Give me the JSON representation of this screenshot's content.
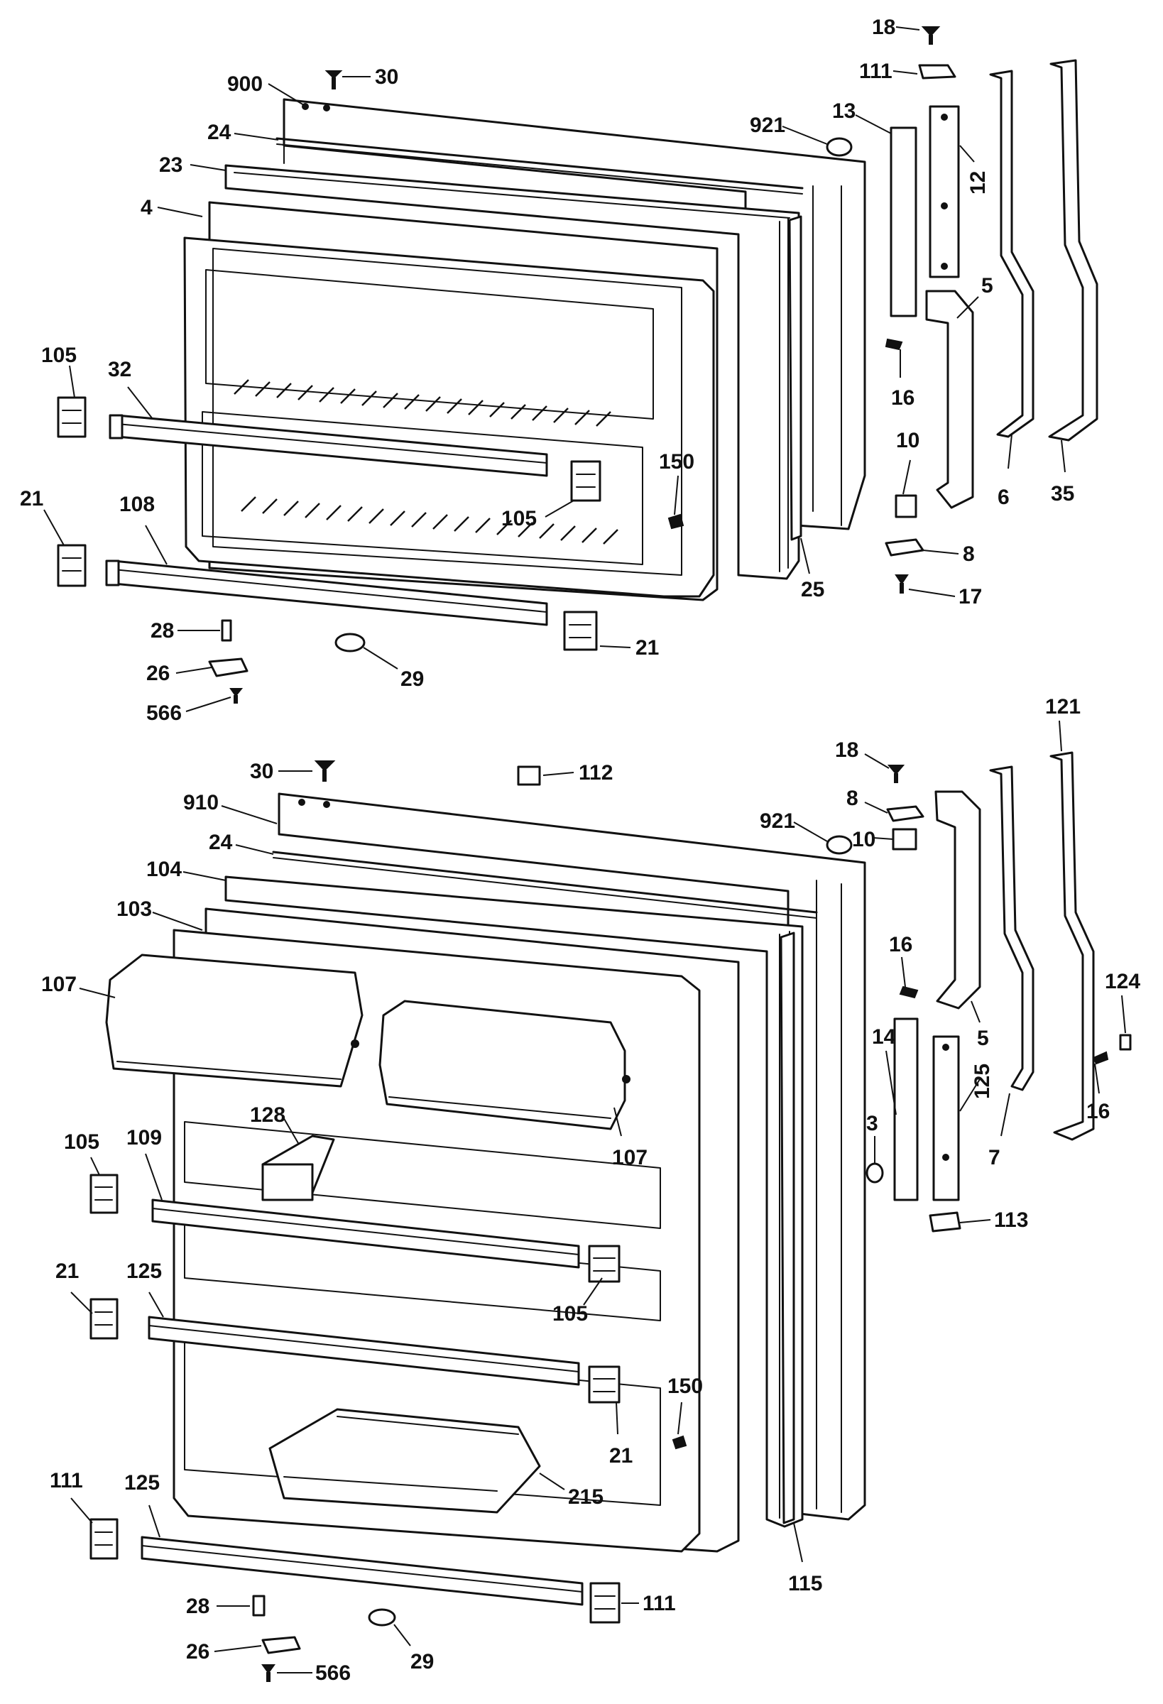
{
  "callouts": {
    "top": [
      {
        "id": "t18",
        "text": "18"
      },
      {
        "id": "t111",
        "text": "111"
      },
      {
        "id": "t900",
        "text": "900"
      },
      {
        "id": "t30",
        "text": "30"
      },
      {
        "id": "t24",
        "text": "24"
      },
      {
        "id": "t921",
        "text": "921"
      },
      {
        "id": "t13",
        "text": "13"
      },
      {
        "id": "t12",
        "text": "12"
      },
      {
        "id": "t23",
        "text": "23"
      },
      {
        "id": "t4",
        "text": "4"
      },
      {
        "id": "t5",
        "text": "5"
      },
      {
        "id": "t16",
        "text": "16"
      },
      {
        "id": "t105a",
        "text": "105"
      },
      {
        "id": "t32",
        "text": "32"
      },
      {
        "id": "t10",
        "text": "10"
      },
      {
        "id": "t150",
        "text": "150"
      },
      {
        "id": "t6",
        "text": "6"
      },
      {
        "id": "t35",
        "text": "35"
      },
      {
        "id": "t105b",
        "text": "105"
      },
      {
        "id": "t21a",
        "text": "21"
      },
      {
        "id": "t108",
        "text": "108"
      },
      {
        "id": "t8",
        "text": "8"
      },
      {
        "id": "t25",
        "text": "25"
      },
      {
        "id": "t17",
        "text": "17"
      },
      {
        "id": "t28",
        "text": "28"
      },
      {
        "id": "t21b",
        "text": "21"
      },
      {
        "id": "t26",
        "text": "26"
      },
      {
        "id": "t29",
        "text": "29"
      },
      {
        "id": "t566",
        "text": "566"
      }
    ],
    "bottom": [
      {
        "id": "b121",
        "text": "121"
      },
      {
        "id": "b18",
        "text": "18"
      },
      {
        "id": "b30",
        "text": "30"
      },
      {
        "id": "b112",
        "text": "112"
      },
      {
        "id": "b8",
        "text": "8"
      },
      {
        "id": "b910",
        "text": "910"
      },
      {
        "id": "b921",
        "text": "921"
      },
      {
        "id": "b10",
        "text": "10"
      },
      {
        "id": "b24",
        "text": "24"
      },
      {
        "id": "b104",
        "text": "104"
      },
      {
        "id": "b103",
        "text": "103"
      },
      {
        "id": "b16a",
        "text": "16"
      },
      {
        "id": "b124",
        "text": "124"
      },
      {
        "id": "b107a",
        "text": "107"
      },
      {
        "id": "b5",
        "text": "5"
      },
      {
        "id": "b14",
        "text": "14"
      },
      {
        "id": "b125a",
        "text": "125"
      },
      {
        "id": "b16b",
        "text": "16"
      },
      {
        "id": "b128",
        "text": "128"
      },
      {
        "id": "b3",
        "text": "3"
      },
      {
        "id": "b7",
        "text": "7"
      },
      {
        "id": "b107b",
        "text": "107"
      },
      {
        "id": "b105a",
        "text": "105"
      },
      {
        "id": "b109",
        "text": "109"
      },
      {
        "id": "b113",
        "text": "113"
      },
      {
        "id": "b21a",
        "text": "21"
      },
      {
        "id": "b125b",
        "text": "125"
      },
      {
        "id": "b105b",
        "text": "105"
      },
      {
        "id": "b150",
        "text": "150"
      },
      {
        "id": "b21b",
        "text": "21"
      },
      {
        "id": "b111a",
        "text": "111"
      },
      {
        "id": "b125c",
        "text": "125"
      },
      {
        "id": "b215",
        "text": "215"
      },
      {
        "id": "b115",
        "text": "115"
      },
      {
        "id": "b28",
        "text": "28"
      },
      {
        "id": "b111b",
        "text": "111"
      },
      {
        "id": "b26",
        "text": "26"
      },
      {
        "id": "b29",
        "text": "29"
      },
      {
        "id": "b566",
        "text": "566"
      }
    ]
  }
}
